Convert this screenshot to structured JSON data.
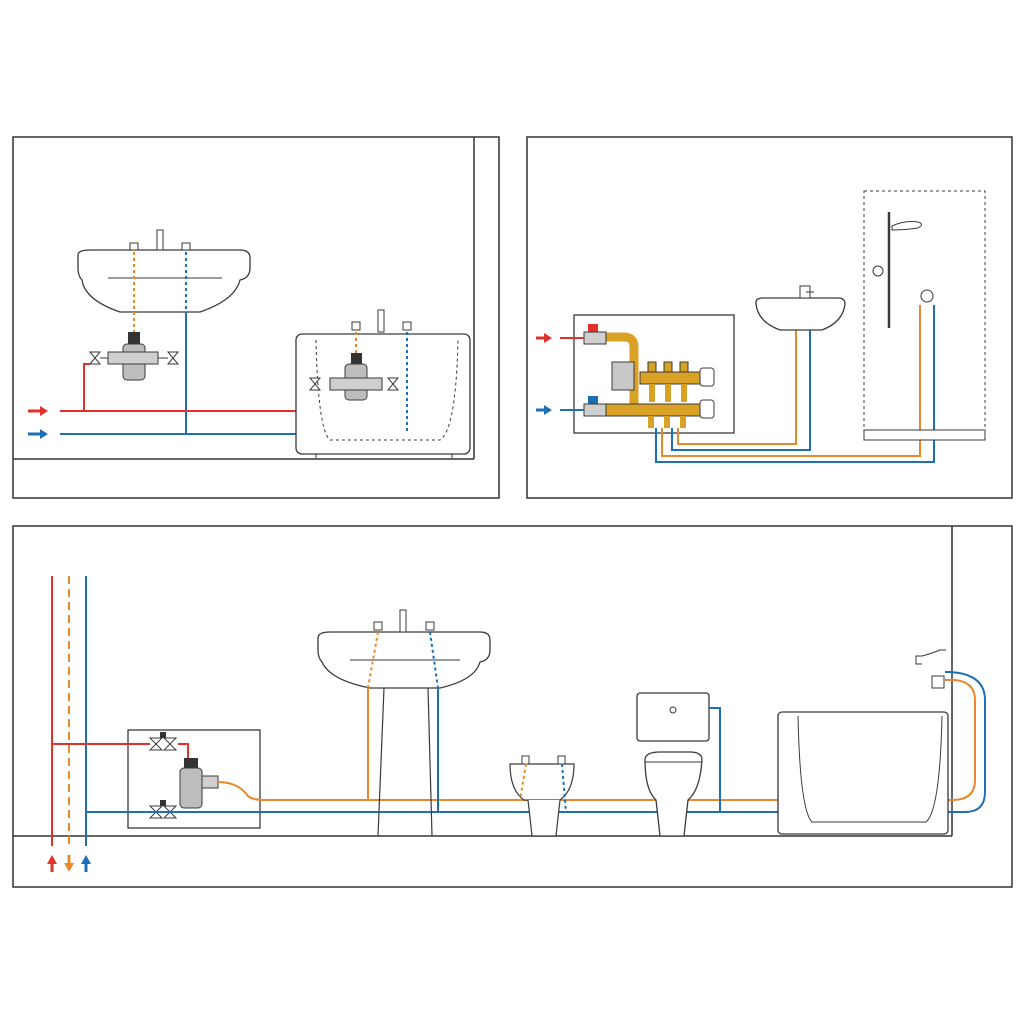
{
  "colors": {
    "hot": "#e0312b",
    "cold": "#1f6fb5",
    "mixed": "#e8892e",
    "outline": "#3a3a3a",
    "frame": "#333333",
    "fixture_fill": "#ffffff",
    "brass": "#d9a227",
    "valve_body": "#b8b8b8"
  },
  "panels": [
    {
      "name": "panel-top-left",
      "description_icons": [
        "washbasin-icon",
        "bathtub-icon",
        "thermostatic-mixer-icon"
      ]
    },
    {
      "name": "panel-top-right",
      "description_icons": [
        "manifold-icon",
        "washbasin-icon",
        "shower-icon"
      ]
    },
    {
      "name": "panel-bottom",
      "description_icons": [
        "washbasin-icon",
        "bidet-icon",
        "toilet-icon",
        "bathtub-icon"
      ]
    }
  ],
  "flow_arrows": {
    "top_left": [
      "hot-inlet-arrow",
      "cold-inlet-arrow"
    ],
    "top_right": [
      "hot-inlet-arrow",
      "cold-inlet-arrow"
    ],
    "bottom": [
      "hot-supply-arrow",
      "mixed-supply-arrow",
      "cold-supply-arrow"
    ]
  }
}
